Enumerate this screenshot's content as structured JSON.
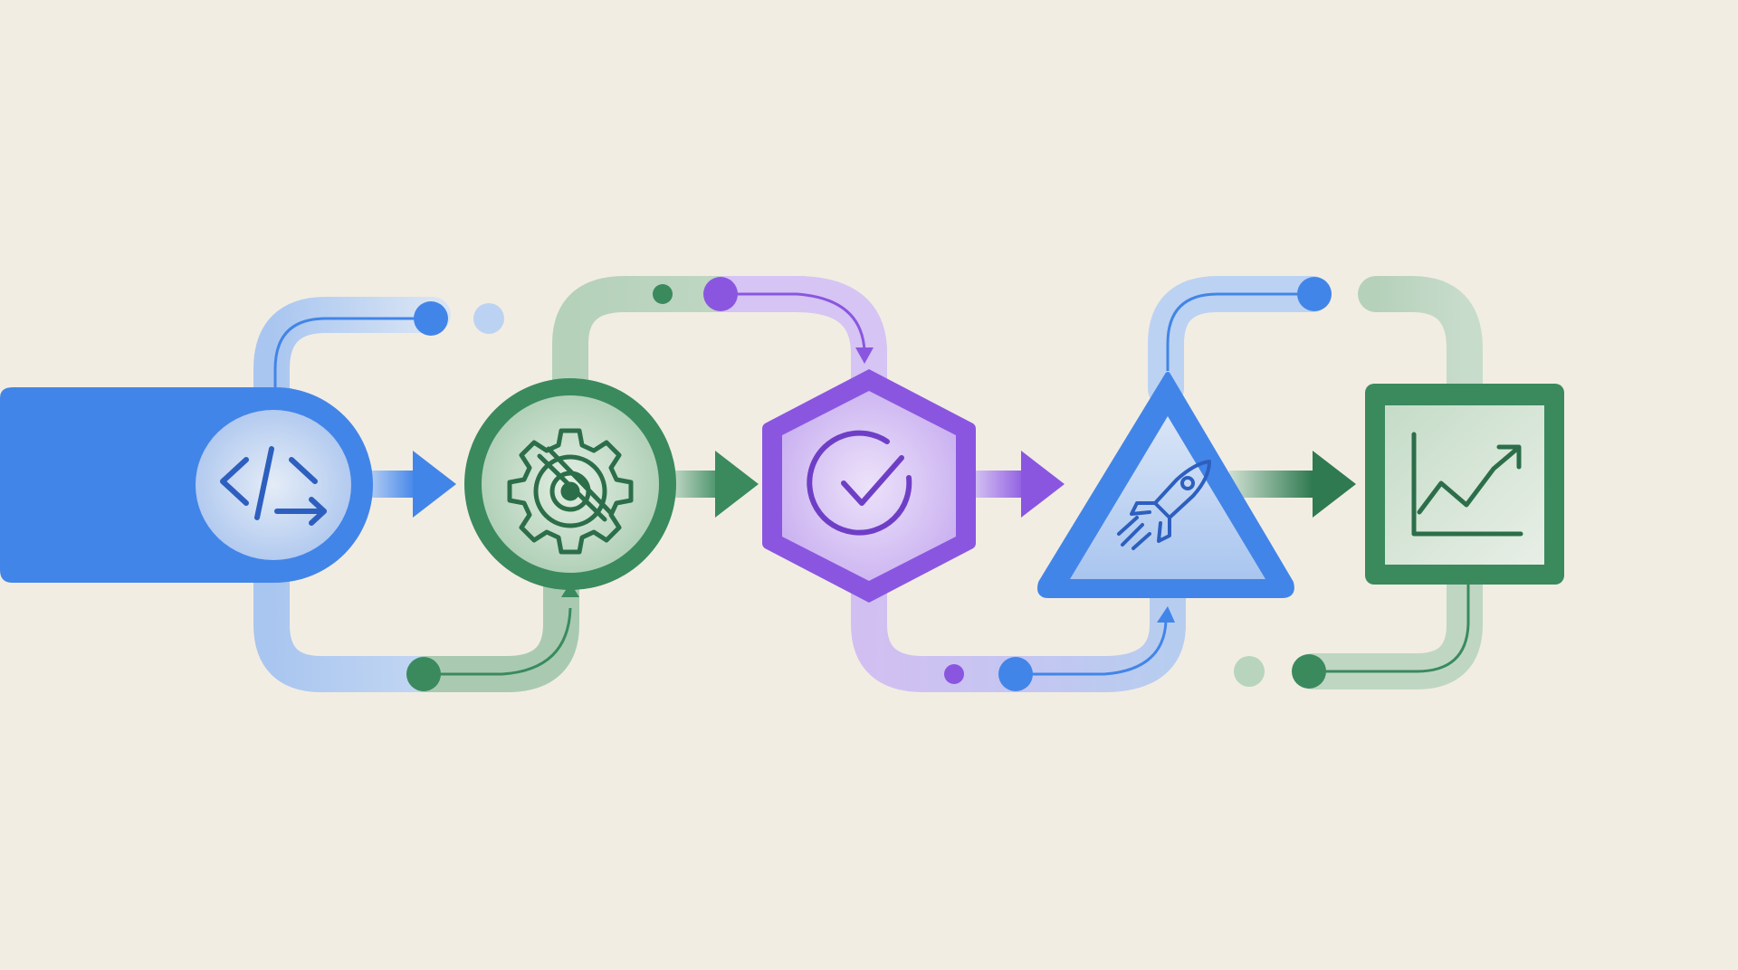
{
  "colors": {
    "background": "#f2ede3",
    "blue": "#4285e8",
    "blue_dark": "#2d5fbf",
    "blue_light": "#b6cff2",
    "green": "#3a8a5e",
    "green_dark": "#2c6e49",
    "green_light": "#b8d4bd",
    "purple": "#8a56e0",
    "purple_dark": "#6e3fc6",
    "purple_light": "#d3bff2"
  },
  "pipeline": {
    "stages": [
      {
        "id": "code",
        "shape": "circle",
        "icon": "code-icon",
        "color": "blue"
      },
      {
        "id": "build",
        "shape": "circle",
        "icon": "gear-wrench-icon",
        "color": "green"
      },
      {
        "id": "test",
        "shape": "hexagon",
        "icon": "check-circle-icon",
        "color": "purple"
      },
      {
        "id": "deploy",
        "shape": "triangle",
        "icon": "rocket-icon",
        "color": "blue"
      },
      {
        "id": "monitor",
        "shape": "square",
        "icon": "trend-chart-icon",
        "color": "green"
      }
    ],
    "connectors": [
      {
        "from": "code",
        "to": "build",
        "color": "blue"
      },
      {
        "from": "build",
        "to": "test",
        "color": "green"
      },
      {
        "from": "test",
        "to": "deploy",
        "color": "purple"
      },
      {
        "from": "deploy",
        "to": "monitor",
        "color": "green"
      }
    ]
  }
}
